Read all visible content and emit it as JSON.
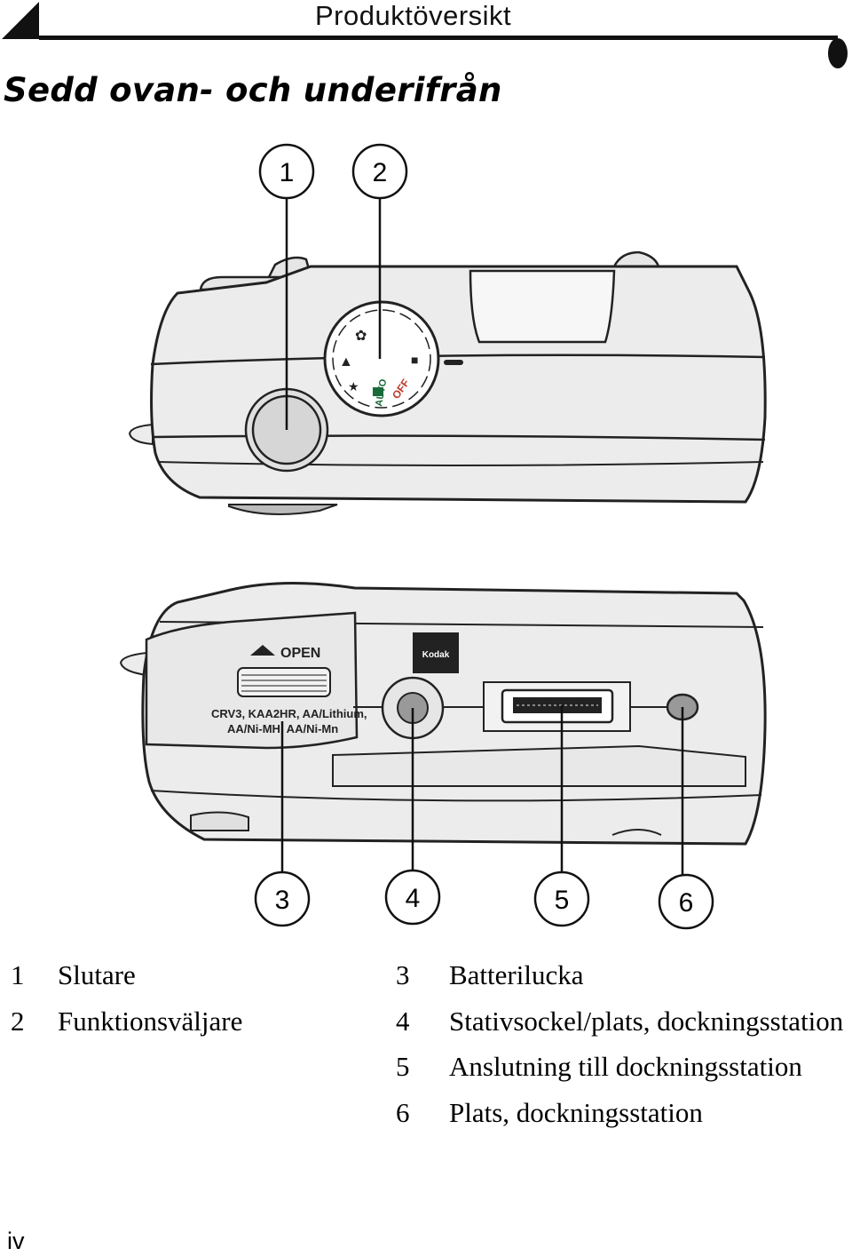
{
  "header": {
    "section_title": "Produktöversikt"
  },
  "page_heading": "Sedd ovan- och underifrån",
  "figure": {
    "callouts": [
      "1",
      "2",
      "3",
      "4",
      "5",
      "6"
    ],
    "top_view": {
      "dial_labels": {
        "auto": "AUTO",
        "off": "OFF"
      }
    },
    "bottom_view": {
      "door_open_label": "OPEN",
      "battery_types_line1": "CRV3, KAA2HR, AA/Lithium,",
      "battery_types_line2": "AA/Ni-MH  AA/Ni-Mn",
      "brand_logo_text": "Kodak"
    }
  },
  "legend": {
    "items": [
      {
        "num": "1",
        "label": "Slutare"
      },
      {
        "num": "2",
        "label": "Funktionsväljare"
      },
      {
        "num": "3",
        "label": "Batterilucka"
      },
      {
        "num": "4",
        "label": "Stativsockel/plats, dockningsstation"
      },
      {
        "num": "5",
        "label": "Anslutning till dockningsstation"
      },
      {
        "num": "6",
        "label": "Plats, dockningsstation"
      }
    ]
  },
  "footer": {
    "page_number": "iv"
  }
}
